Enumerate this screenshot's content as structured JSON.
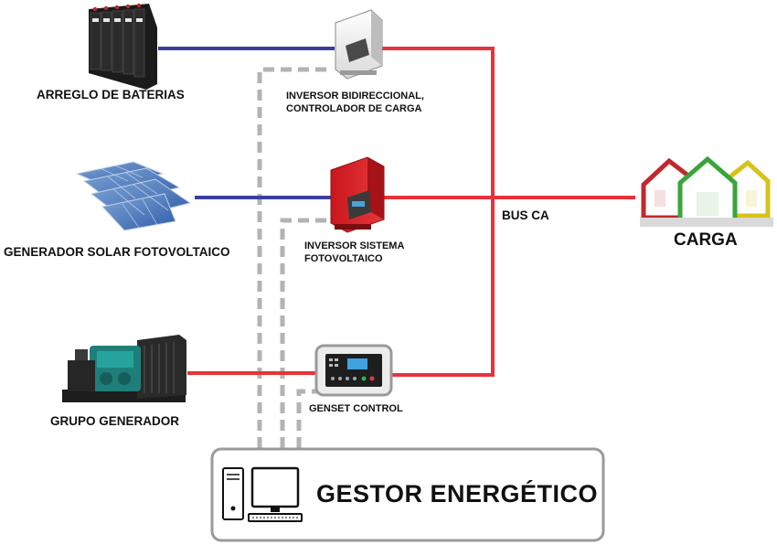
{
  "components": {
    "batteries": {
      "label": "ARREGLO DE BATERIAS"
    },
    "bidirectional_inverter": {
      "label_line1": "INVERSOR BIDIRECCIONAL,",
      "label_line2": "CONTROLADOR DE CARGA"
    },
    "solar_generator": {
      "label": "GENERADOR SOLAR FOTOVOLTAICO"
    },
    "pv_inverter": {
      "label_line1": "INVERSOR  SISTEMA",
      "label_line2": "FOTOVOLTAICO"
    },
    "genset": {
      "label": "GRUPO GENERADOR"
    },
    "genset_control": {
      "label": "GENSET CONTROL"
    },
    "bus": {
      "label": "BUS CA"
    },
    "load": {
      "label": "CARGA"
    },
    "energy_manager": {
      "label": "GESTOR ENERGÉTICO"
    }
  },
  "colors": {
    "ac_line": "#e8323a",
    "dc_line": "#3a3f9e",
    "comm_line": "#b3b3b3",
    "house_red": "#c0282d",
    "house_green": "#3aa53a",
    "house_yellow": "#d8c21a"
  },
  "icons": [
    "battery-bank-icon",
    "inverter-icon",
    "solar-panel-icon",
    "pv-inverter-icon",
    "generator-icon",
    "controller-icon",
    "house-icon",
    "computer-tower-icon",
    "monitor-icon",
    "keyboard-icon"
  ]
}
